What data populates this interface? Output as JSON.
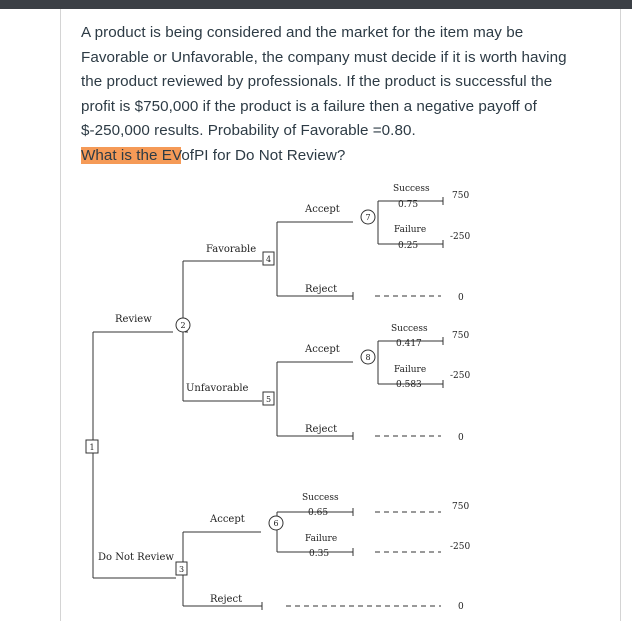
{
  "question": {
    "lines": [
      "A product is being considered and the market for the item may be",
      "Favorable or Unfavorable, the company must decide if it is worth having",
      "the product reviewed by professionals. If the product is successful the",
      "profit is $750,000 if the product is a failure then a negative payoff of",
      "$-250,000 results. Probability of Favorable =0.80."
    ],
    "ask_highlighted": "What is the EV",
    "ask_rest": "ofPI for Do Not Review?",
    "highlight_color": "#f59a57"
  },
  "tree": {
    "node_ids": {
      "root": "1",
      "review_chance": "2",
      "no_review_decision": "3",
      "favorable_decision": "4",
      "unfavorable_decision": "5",
      "no_review_chance": "6",
      "favorable_chance": "7",
      "unfavorable_chance": "8"
    },
    "branches": {
      "review": "Review",
      "do_not_review": "Do Not Review",
      "favorable": "Favorable",
      "unfavorable": "Unfavorable",
      "accept_fav": "Accept",
      "reject_fav": "Reject",
      "accept_unfav": "Accept",
      "reject_unfav": "Reject",
      "accept_nr": "Accept",
      "reject_nr": "Reject",
      "success_fav": "Success",
      "failure_fav": "Failure",
      "success_unfav": "Success",
      "failure_unfav": "Failure",
      "success_nr": "Success",
      "failure_nr": "Failure"
    },
    "probabilities": {
      "success_fav": "0.75",
      "failure_fav": "0.25",
      "success_unfav": "0.417",
      "failure_unfav": "0.583",
      "success_nr": "0.65",
      "failure_nr": "0.35"
    },
    "payoffs": {
      "success_fav": "750",
      "failure_fav": "-250",
      "reject_fav": "0",
      "success_unfav": "750",
      "failure_unfav": "-250",
      "reject_unfav": "0",
      "success_nr": "750",
      "failure_nr": "-250",
      "reject_nr": "0"
    }
  }
}
